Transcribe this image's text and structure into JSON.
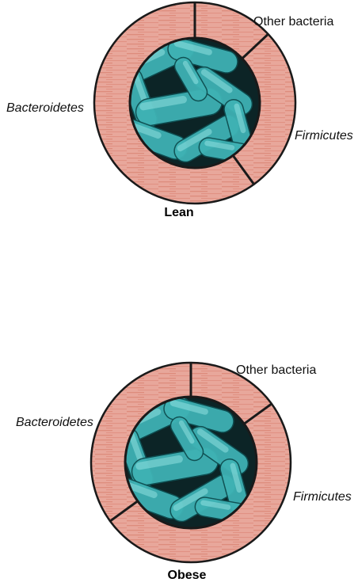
{
  "chart_data": [
    {
      "type": "pie",
      "title": "Lean",
      "slices": [
        {
          "name": "Other bacteria",
          "value": 13,
          "color": "#e8a79b"
        },
        {
          "name": "Firmicutes",
          "value": 27,
          "color": "#e8a79b"
        },
        {
          "name": "Bacteroidetes",
          "value": 60,
          "color": "#e8a79b"
        }
      ],
      "center_image": "bacteria-micrograph"
    },
    {
      "type": "pie",
      "title": "Obese",
      "slices": [
        {
          "name": "Other bacteria",
          "value": 15,
          "color": "#e8a79b"
        },
        {
          "name": "Firmicutes",
          "value": 50,
          "color": "#e8a79b"
        },
        {
          "name": "Bacteroidetes",
          "value": 35,
          "color": "#e8a79b"
        }
      ],
      "center_image": "bacteria-micrograph"
    }
  ],
  "colors": {
    "ring": "#e8a79b",
    "ring_streak": "#d9806f",
    "divider": "#1a1a1a",
    "micrograph_bg": "#0c2426",
    "bacteria": "#3fb2b4"
  }
}
